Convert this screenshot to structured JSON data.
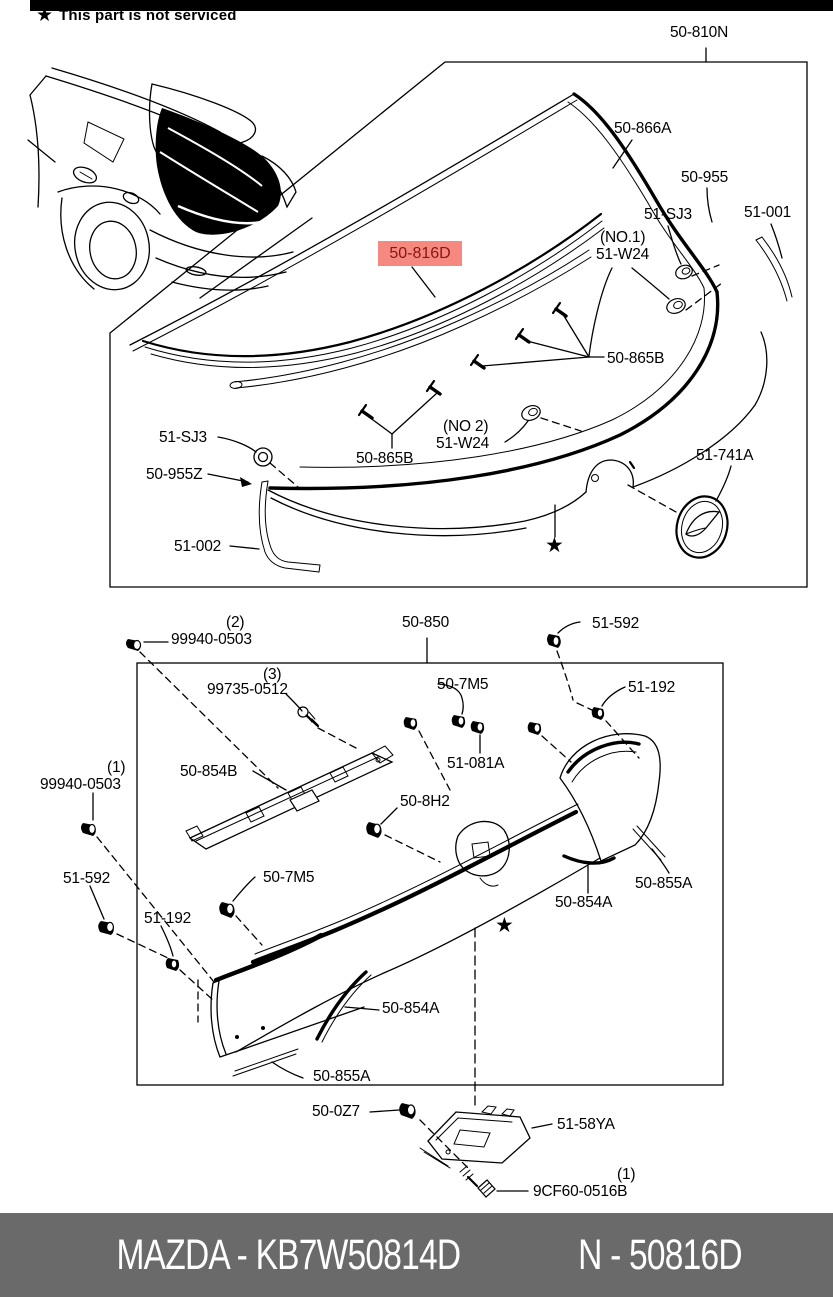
{
  "note": {
    "star": "★",
    "text": "This part is not serviced"
  },
  "colors": {
    "highlight_bg": "#f6897f",
    "highlight_text": "#8a1512",
    "footer_bg": "#6a6a6a",
    "line": "#000000"
  },
  "upper": {
    "box_part": "50-810N",
    "l_866A": "50-866A",
    "l_955": "50-955",
    "l_sj3_r": "51-SJ3",
    "l_001": "51-001",
    "l_816D": "50-816D",
    "no1": "(NO.1)",
    "l_w24_1": "51-W24",
    "l_865B_r": "50-865B",
    "no2": "(NO 2)",
    "l_w24_2": "51-W24",
    "l_865B_l": "50-865B",
    "l_741A": "51-741A",
    "l_sj3_l": "51-SJ3",
    "l_955Z": "50-955Z",
    "l_002": "51-002",
    "star": "★"
  },
  "lower": {
    "l_850": "50-850",
    "l_592_t": "51-592",
    "qty2": "(2)",
    "l_99940_2": "99940-0503",
    "qty3": "(3)",
    "l_99735": "99735-0512",
    "l_7M5_t": "50-7M5",
    "l_192_r": "51-192",
    "qty1": "(1)",
    "l_99940_1": "99940-0503",
    "l_854B": "50-854B",
    "l_081A": "51-081A",
    "l_8H2": "50-8H2",
    "l_592_l": "51-592",
    "l_7M5_b": "50-7M5",
    "l_192_l": "51-192",
    "l_854A_r": "50-854A",
    "l_855A_r": "50-855A",
    "l_854A_b": "50-854A",
    "l_855A_b": "50-855A",
    "star": "★"
  },
  "bottom": {
    "l_0Z7": "50-0Z7",
    "l_58YA": "51-58YA",
    "qty1": "(1)",
    "l_9CF60": "9CF60-0516B"
  },
  "footer": {
    "left": "MAZDA - KB7W50814D",
    "right": "N - 50816D"
  }
}
